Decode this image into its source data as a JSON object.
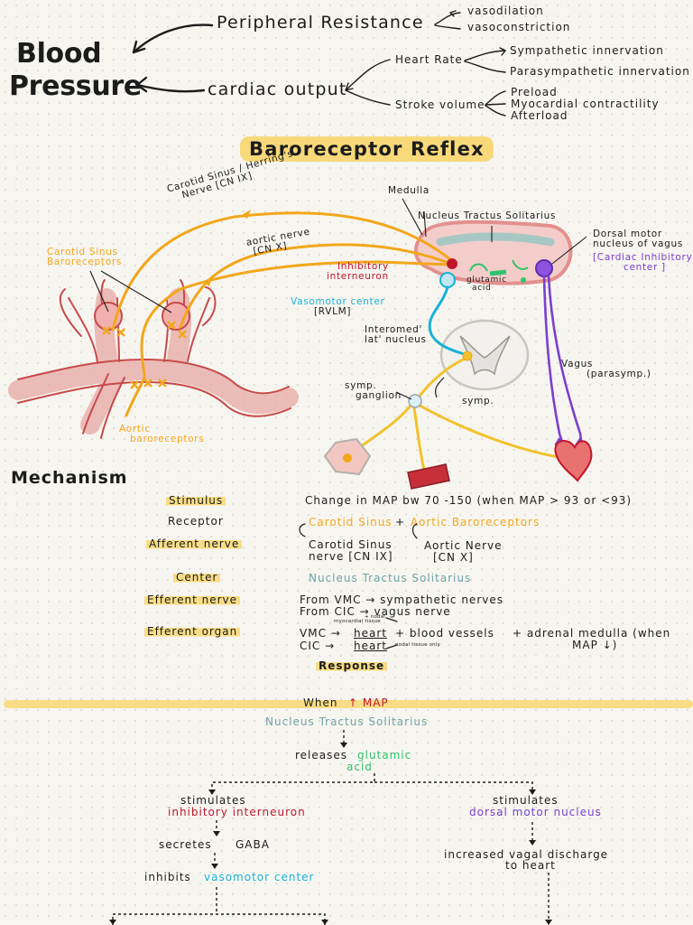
{
  "header": {
    "blood": "Blood",
    "pressure": "Pressure",
    "peripheral_resistance": "Peripheral Resistance",
    "vasodilation": "vasodilation",
    "vasoconstriction": "vasoconstriction",
    "cardiac_output": "cardiac output",
    "heart_rate": "Heart Rate",
    "sympathetic_innervation": "Sympathetic innervation",
    "parasympathetic_innervation": "Parasympathetic innervation",
    "stroke_volume": "Stroke volume",
    "preload": "Preload",
    "myocardial_contractility": "Myocardial contractility",
    "afterload": "Afterload"
  },
  "title": "Baroreceptor Reflex",
  "diagram": {
    "carotid_sinus_nerve": [
      "Carotid Sinus / Herring's",
      "Nerve  [CN IX]"
    ],
    "medulla": "Medulla",
    "nts": "Nucleus Tractus Solitarius",
    "dorsal_motor": [
      "Dorsal motor",
      "nucleus of vagus"
    ],
    "cardiac_inhibitory": [
      "[Cardiac Inhibitory",
      "center ]"
    ],
    "carotid_sinus_baroreceptors": [
      "Carotid Sinus",
      "Baroreceptors"
    ],
    "aortic_nerve": [
      "aortic nerve",
      "[CN X]"
    ],
    "inhibitory_interneuron": [
      "Inhibitory",
      "interneuron"
    ],
    "glutamic_acid": [
      "glutamic",
      "acid"
    ],
    "vasomotor_center": [
      "Vasomotor center",
      "[RVLM]"
    ],
    "intermediolateral_nucleus": [
      "Interomed'",
      "lat' nucleus"
    ],
    "vagus": [
      "Vagus",
      "(parasymp.)"
    ],
    "symp_ganglion": [
      "symp.",
      "ganglion"
    ],
    "symp": "symp.",
    "aortic_baroreceptors": [
      "Aortic",
      "baroreceptors"
    ]
  },
  "mechanism": {
    "title": "Mechanism",
    "rows": [
      {
        "label": "Stimulus",
        "value": "Change in MAP bw   70 -150   (when MAP > 93  or <93)"
      },
      {
        "label": "Receptor",
        "value_a": "Carotid Sinus",
        "value_b": "Aortic Baroreceptors"
      },
      {
        "label": "Afferent nerve",
        "value_a": [
          "Carotid Sinus",
          "nerve [CN IX]"
        ],
        "value_b": [
          "Aortic Nerve",
          "[CN X]"
        ]
      },
      {
        "label": "Center",
        "value": "Nucleus Tractus Solitarius"
      },
      {
        "label": "Efferent nerve",
        "value_a": "From VMC → sympathetic nerves",
        "value_b": "From CIC → vagus nerve"
      },
      {
        "label": "Efferent organ",
        "vmc": "VMC →",
        "cic": "CIC →",
        "heart": "heart",
        "blood_vessels": "+ blood vessels",
        "adrenal": [
          "+ adrenal medulla (when",
          "MAP ↓)"
        ],
        "note_top": "myocardial tissue",
        "note_top2": "+ nodal",
        "note_bottom": "nodal tissue only"
      }
    ],
    "response": "Response"
  },
  "flow": {
    "when": "When",
    "map": "↑ MAP",
    "nts": "Nucleus Tractus Solitarius",
    "releases": "releases",
    "glutamic_acid": [
      "glutamic",
      "acid"
    ],
    "stimulates_left": "stimulates",
    "inhibitory_interneuron": "inhibitory interneuron",
    "secretes": "secretes",
    "gaba": "GABA",
    "inhibits": "inhibits",
    "vasomotor_center": "vasomotor center",
    "stimulates_right": "stimulates",
    "dorsal_motor_nucleus": "dorsal motor nucleus",
    "increased_vagal": "increased vagal discharge",
    "to_heart": "to heart"
  },
  "colors": {
    "orange": "#f2a71b",
    "red": "#c0172b",
    "cyan": "#18b2d6",
    "purple": "#7a3fd0",
    "green": "#2fc46c",
    "teal": "#6ea3a6",
    "highlight": "#f8dd86"
  }
}
